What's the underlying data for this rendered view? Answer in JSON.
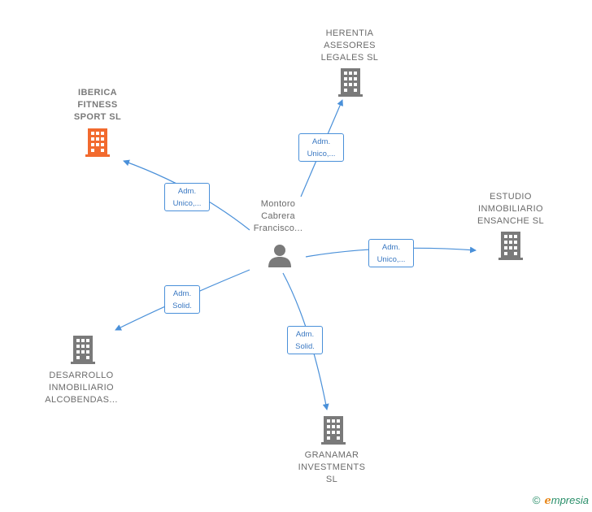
{
  "center": {
    "name_lines": [
      "Montoro",
      "Cabrera",
      "Francisco..."
    ],
    "icon": "person-icon"
  },
  "companies": [
    {
      "key": "herentia",
      "lines": [
        "HERENTIA",
        "ASESORES",
        "LEGALES  SL"
      ],
      "icon": "building-icon",
      "color": "#7a7a7a"
    },
    {
      "key": "iberica",
      "lines": [
        "IBERICA",
        "FITNESS",
        "SPORT  SL"
      ],
      "icon": "building-icon",
      "color": "#f26a2e"
    },
    {
      "key": "estudio",
      "lines": [
        "ESTUDIO",
        "INMOBILIARIO",
        "ENSANCHE  SL"
      ],
      "icon": "building-icon",
      "color": "#7a7a7a"
    },
    {
      "key": "desarrollo",
      "lines": [
        "DESARROLLO",
        "INMOBILIARIO",
        "ALCOBENDAS..."
      ],
      "icon": "building-icon",
      "color": "#7a7a7a"
    },
    {
      "key": "granamar",
      "lines": [
        "GRANAMAR",
        "INVESTMENTS",
        "SL"
      ],
      "icon": "building-icon",
      "color": "#7a7a7a"
    }
  ],
  "relations": [
    {
      "to": "herentia",
      "lines": [
        "Adm.",
        "Unico,..."
      ]
    },
    {
      "to": "iberica",
      "lines": [
        "Adm.",
        "Unico,..."
      ]
    },
    {
      "to": "estudio",
      "lines": [
        "Adm.",
        "Unico,..."
      ]
    },
    {
      "to": "desarrollo",
      "lines": [
        "Adm.",
        "Solid."
      ]
    },
    {
      "to": "granamar",
      "lines": [
        "Adm.",
        "Solid."
      ]
    }
  ],
  "colors": {
    "edge": "#4a90d9",
    "building": "#7a7a7a",
    "highlight": "#f26a2e"
  },
  "footer": {
    "copyright": "©",
    "brand_first": "e",
    "brand_rest": "mpresia"
  }
}
